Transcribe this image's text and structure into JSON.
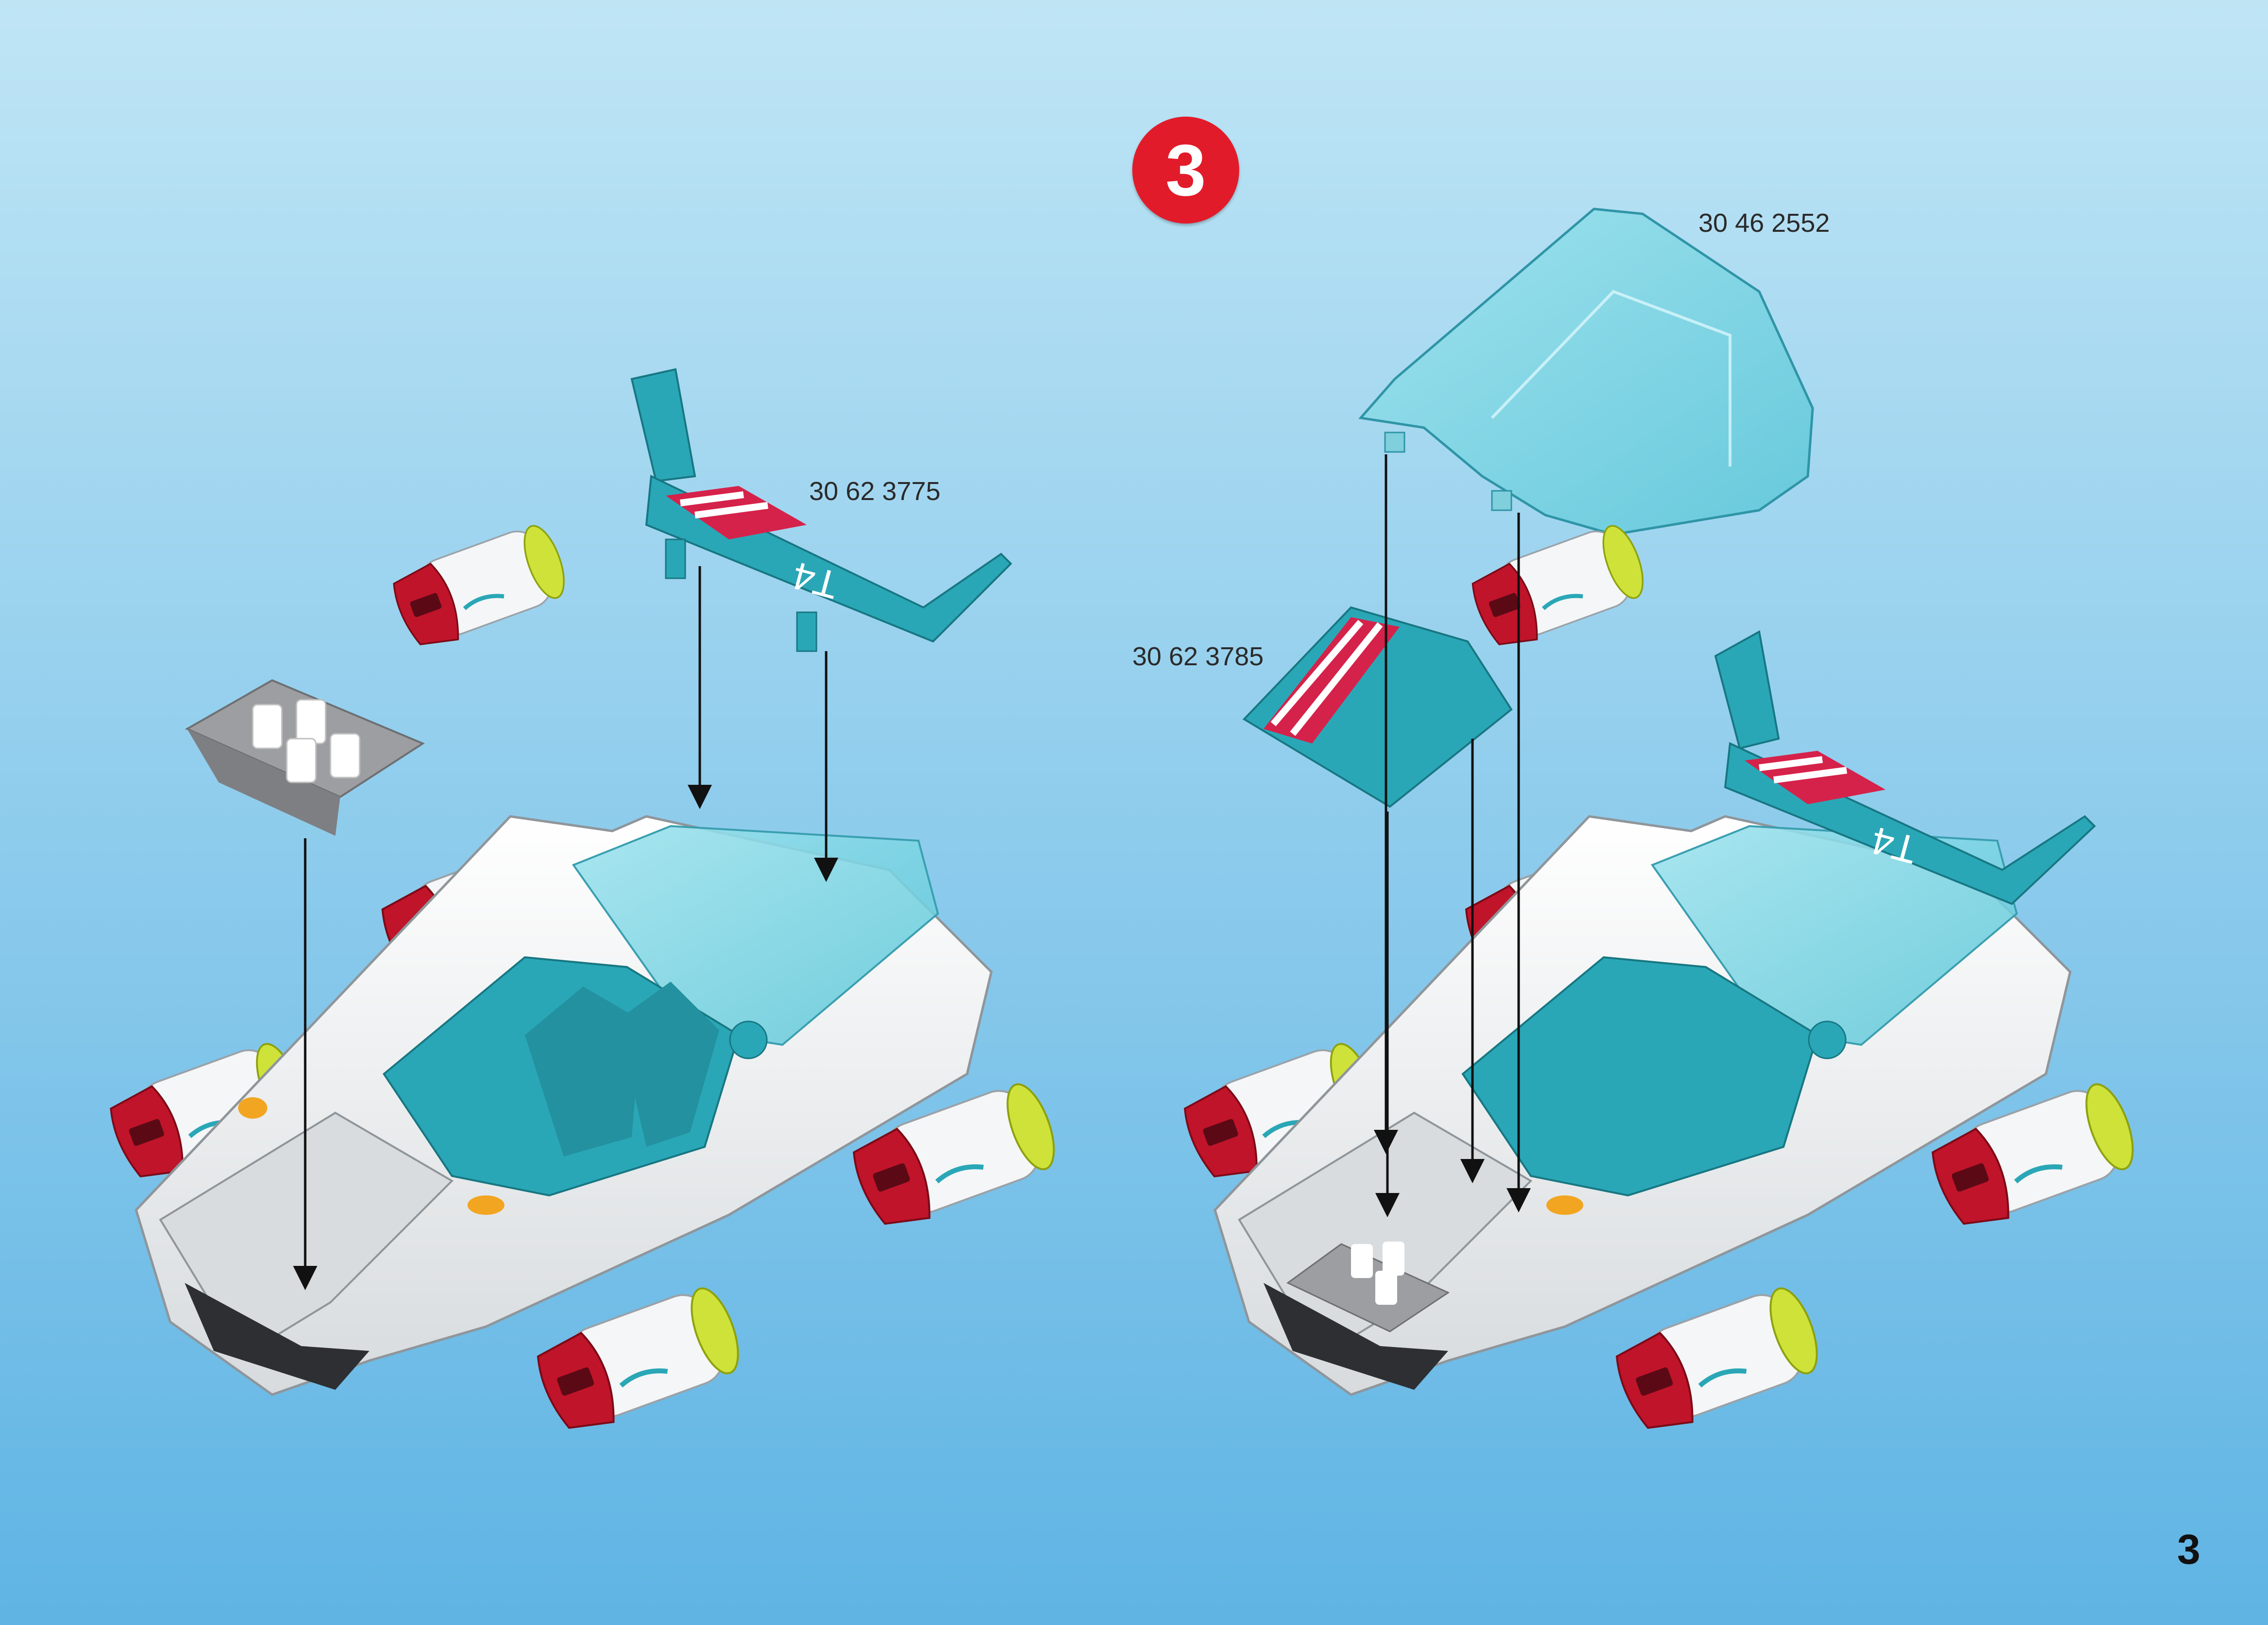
{
  "step": {
    "number": "3"
  },
  "parts": {
    "rear_wing": {
      "part_number": "30 62 3775"
    },
    "canopy": {
      "part_number": "30 46 2552"
    },
    "hood_panel": {
      "part_number": "30 62 3785"
    }
  },
  "decal": {
    "wing_text": "T4"
  },
  "page": {
    "number": "3"
  },
  "colors": {
    "background_top": "#bfe5f5",
    "background_bottom": "#5fb4e4",
    "step_badge": "#e21b2a",
    "teal_part": "#2aa7b7",
    "red_stripe": "#d5224a",
    "car_body": "#f2f4f5",
    "engine_red": "#c0142a",
    "lime": "#cfe23a",
    "gray_part": "#9a9a9c"
  }
}
